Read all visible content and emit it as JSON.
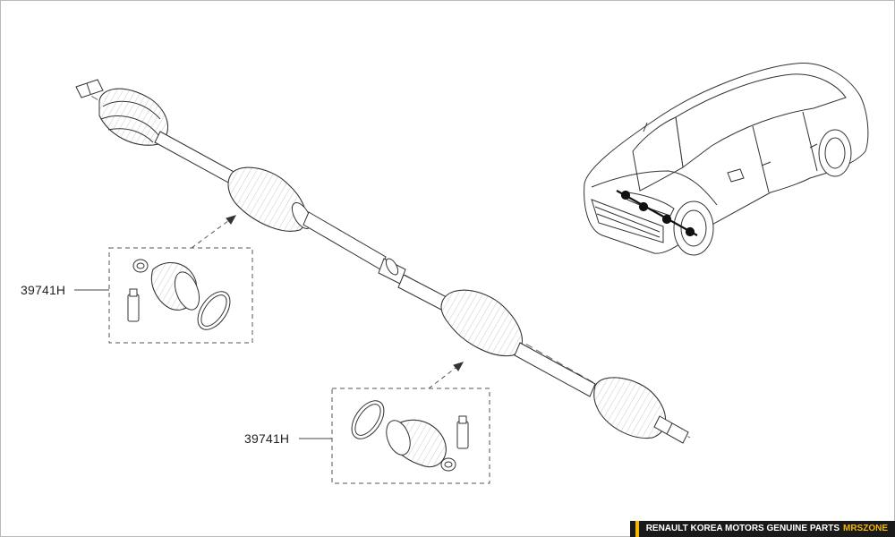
{
  "callouts": {
    "upper_kit": "39741H",
    "lower_kit": "39741H"
  },
  "footer": {
    "text": "RENAULT KOREA MOTORS GENUINE PARTS",
    "brand": "MRSZONE",
    "brand_color": "#f2b705",
    "background": "#1a1a1a"
  },
  "colors": {
    "line": "#333333",
    "dash": "#555555"
  }
}
